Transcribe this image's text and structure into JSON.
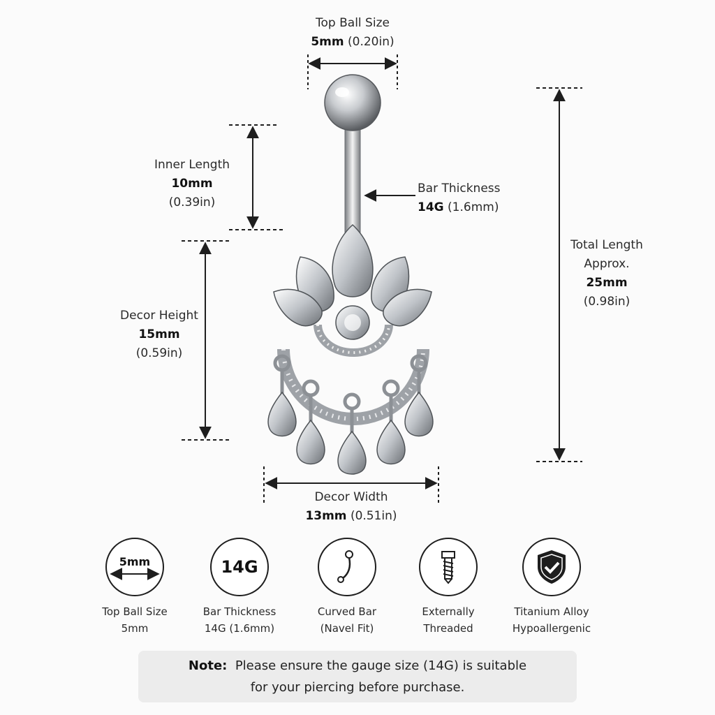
{
  "top_ball": {
    "title": "Top Ball Size",
    "value": "5mm",
    "value_in": "(0.20in)"
  },
  "inner_length": {
    "title": "Inner Length",
    "value": "10mm",
    "value_in": "(0.39in)"
  },
  "bar_thickness": {
    "title": "Bar Thickness",
    "value": "14G",
    "value_in": "(1.6mm)"
  },
  "total_length": {
    "title1": "Total Length",
    "title2": "Approx.",
    "value": "25mm",
    "value_in": "(0.98in)"
  },
  "decor_height": {
    "title": "Decor Height",
    "value": "15mm",
    "value_in": "(0.59in)"
  },
  "decor_width": {
    "title": "Decor Width",
    "value": "13mm",
    "value_in": "(0.51in)"
  },
  "features": [
    {
      "icon": "ball-size-icon",
      "icon_text": "5mm",
      "line1": "Top Ball Size",
      "line2": "5mm"
    },
    {
      "icon": "gauge-icon",
      "icon_text": "14G",
      "line1": "Bar Thickness",
      "line2": "14G (1.6mm)"
    },
    {
      "icon": "curved-bar-icon",
      "line1": "Curved Bar",
      "line2": "(Navel Fit)"
    },
    {
      "icon": "screw-icon",
      "line1": "Externally",
      "line2": "Threaded"
    },
    {
      "icon": "shield-check-icon",
      "line1": "Titanium Alloy",
      "line2": "Hypoallergenic"
    }
  ],
  "note": {
    "label": "Note:",
    "line1": "Please ensure the gauge size (14G) is suitable",
    "line2": "for your piercing before purchase."
  },
  "colors": {
    "ink": "#1e1e1e",
    "note_bg": "#ececec",
    "metal": "#b9bcc0"
  }
}
